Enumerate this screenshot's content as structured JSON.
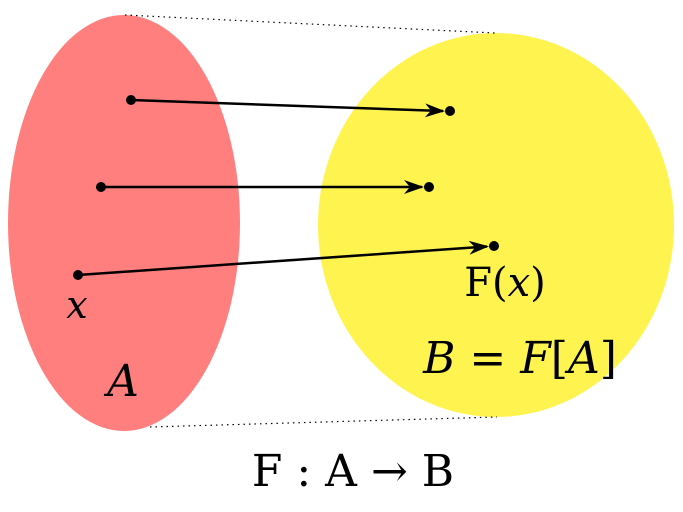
{
  "colors": {
    "set_a": "#ff7f7f",
    "set_b": "#fff44f",
    "ink": "#000000"
  },
  "labels": {
    "element": "x",
    "domain": "A",
    "image_point": "F(",
    "image_point_var": "x",
    "image_point_close": ")",
    "codomain_lhs": "B",
    "codomain_eq": " = ",
    "codomain_f": "F",
    "codomain_open": "[",
    "codomain_a": "A",
    "codomain_close": "]",
    "mapping": "F : A → B"
  }
}
